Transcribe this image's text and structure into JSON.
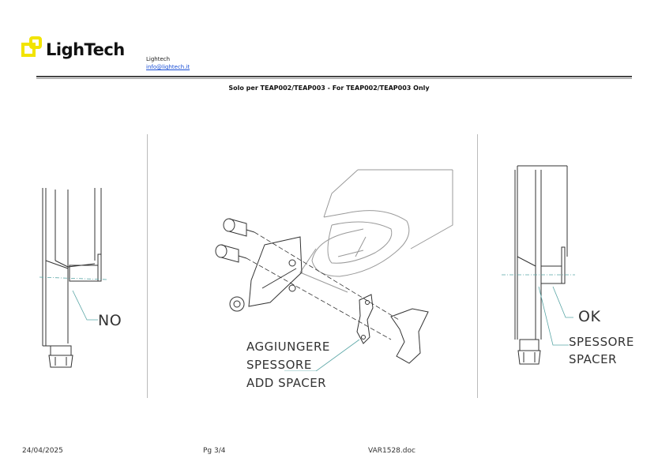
{
  "header": {
    "logo_text": "LighTech",
    "company_name": "Lightech",
    "company_email": "info@lightech.it"
  },
  "subtitle": "Solo per TEAP002/TEAP003  - For TEAP002/TEAP003 Only",
  "figure_left": {
    "label": "NO"
  },
  "figure_center": {
    "label_line1": "AGGIUNGERE",
    "label_line2": "SPESSORE",
    "label_line3": "ADD SPACER"
  },
  "figure_right": {
    "label_ok": "OK",
    "label_line1": "SPESSORE",
    "label_line2": "SPACER"
  },
  "footer": {
    "date": "24/04/2025",
    "page": "Pg 3/4",
    "doc": "VAR1528.doc"
  },
  "colors": {
    "logo_yellow": "#f2e400",
    "leader_teal": "#5aa6a6",
    "link_blue": "#1a4fd6"
  }
}
